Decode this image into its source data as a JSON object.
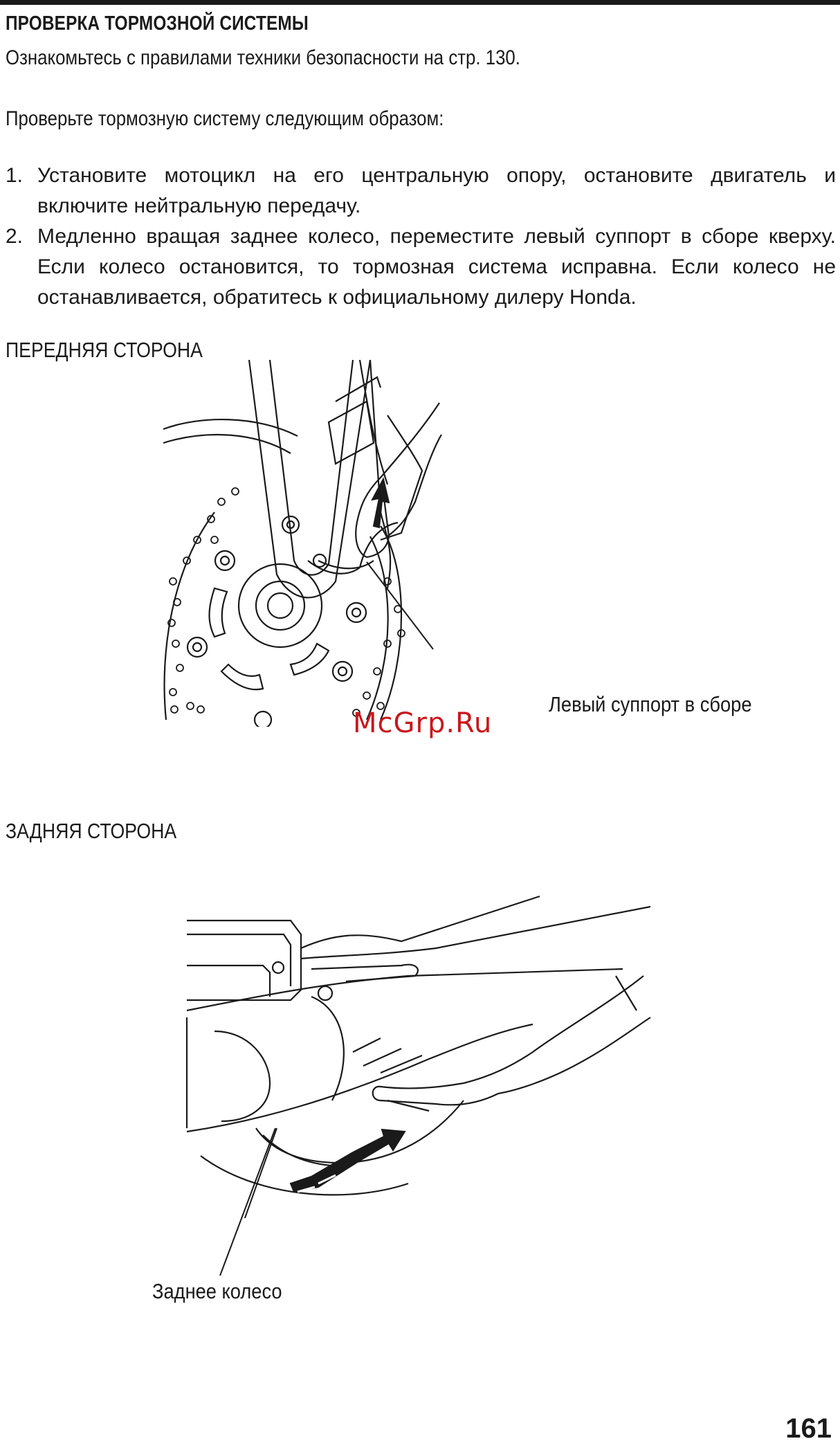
{
  "header": {
    "title": "ПРОВЕРКА ТОРМОЗНОЙ СИСТЕМЫ",
    "safety_note": "Ознакомьтесь с правилами техники безопасности на стр. 130.",
    "intro": "Проверьте тормозную систему следующим образом:"
  },
  "steps": [
    {
      "num": "1.",
      "text": "Установите мотоцикл на его центральную опору, остановите двигатель и включите нейтральную передачу."
    },
    {
      "num": "2.",
      "text": "Медленно вращая заднее колесо, переместите левый суппорт в сборе кверху. Если колесо остановится, то тормозная система исправна. Если колесо не останавливается, обратитесь к официальному дилеру Honda."
    }
  ],
  "front": {
    "heading": "ПЕРЕДНЯЯ СТОРОНА",
    "callout": "Левый суппорт в сборе"
  },
  "rear": {
    "heading": "ЗАДНЯЯ СТОРОНА",
    "callout": "Заднее колесо"
  },
  "watermark": "McGrp.Ru",
  "page_number": "161"
}
